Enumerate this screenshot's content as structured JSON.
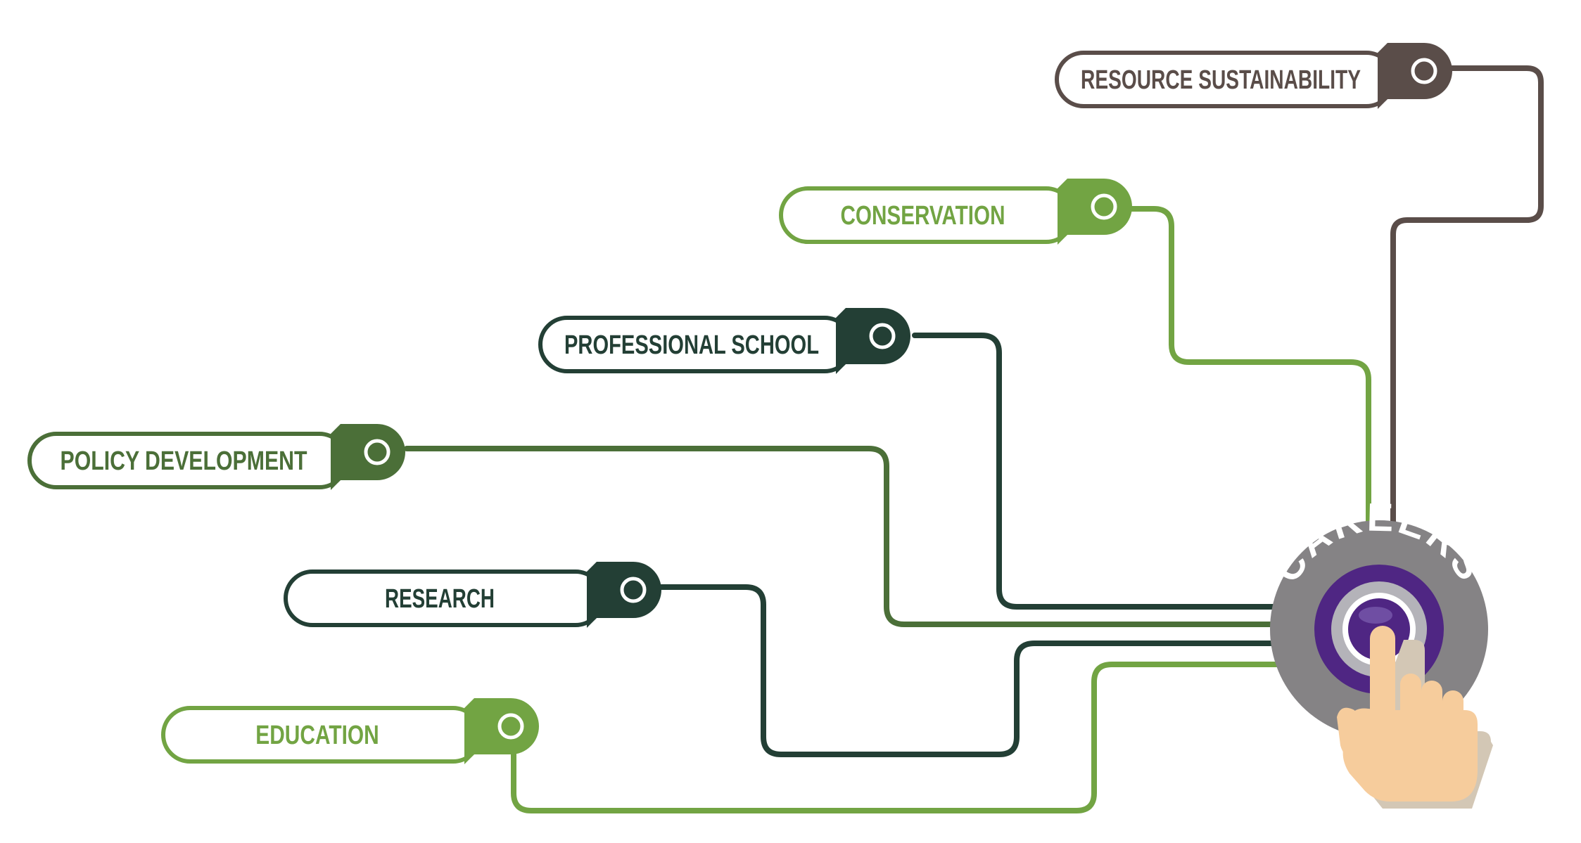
{
  "center": {
    "label": "CAREERS",
    "colors": {
      "ring": "#858385",
      "purple": "#4f2683",
      "inner": "#b4b3b9",
      "hand": "#f6cc9c"
    }
  },
  "paths": [
    {
      "label": "RESOURCE SUSTAINABILITY",
      "color": "#5a4d49",
      "icon": "target-icon"
    },
    {
      "label": "CONSERVATION",
      "color": "#72a443",
      "icon": "target-icon"
    },
    {
      "label": "PROFESSIONAL SCHOOL",
      "color": "#233f35",
      "icon": "target-icon"
    },
    {
      "label": "POLICY DEVELOPMENT",
      "color": "#4b6f38",
      "icon": "target-icon"
    },
    {
      "label": "RESEARCH",
      "color": "#233f35",
      "icon": "target-icon"
    },
    {
      "label": "EDUCATION",
      "color": "#72a443",
      "icon": "target-icon"
    }
  ]
}
